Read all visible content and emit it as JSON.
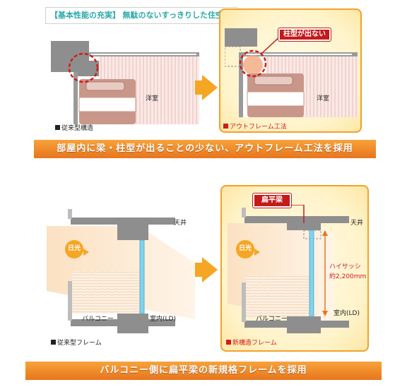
{
  "top": {
    "header_tag": "【基本性能の充実】",
    "header_text": "無駄のないすっきりした住空間",
    "left_room_label": "洋室",
    "left_caption": "従来型構造",
    "right_room_label": "洋室",
    "right_caption": "アウトフレーム工法",
    "callout": "柱型が出ない",
    "banner": "部屋内に梁・柱型が出ることの少ない、アウトフレーム工法を採用"
  },
  "bottom": {
    "left_ceiling": "天井",
    "left_sun": "日光",
    "left_balcony": "バルコニー",
    "left_indoor": "室内(LD)",
    "left_caption": "従来型フレーム",
    "right_callout": "扁平梁",
    "right_ceiling": "天井",
    "right_sun": "日光",
    "right_sash_line1": "ハイサッシ",
    "right_sash_line2": "約2,200mm",
    "right_balcony": "バルコニー",
    "right_indoor": "室内(LD)",
    "right_caption": "新構造フレーム",
    "banner": "バルコニー側に扁平梁の新規格フレームを採用"
  },
  "colors": {
    "accent_orange": "#f5a623",
    "banner_orange": "#e8751d",
    "callout_red": "#c41a1a",
    "header_teal": "#2aa9a8"
  }
}
